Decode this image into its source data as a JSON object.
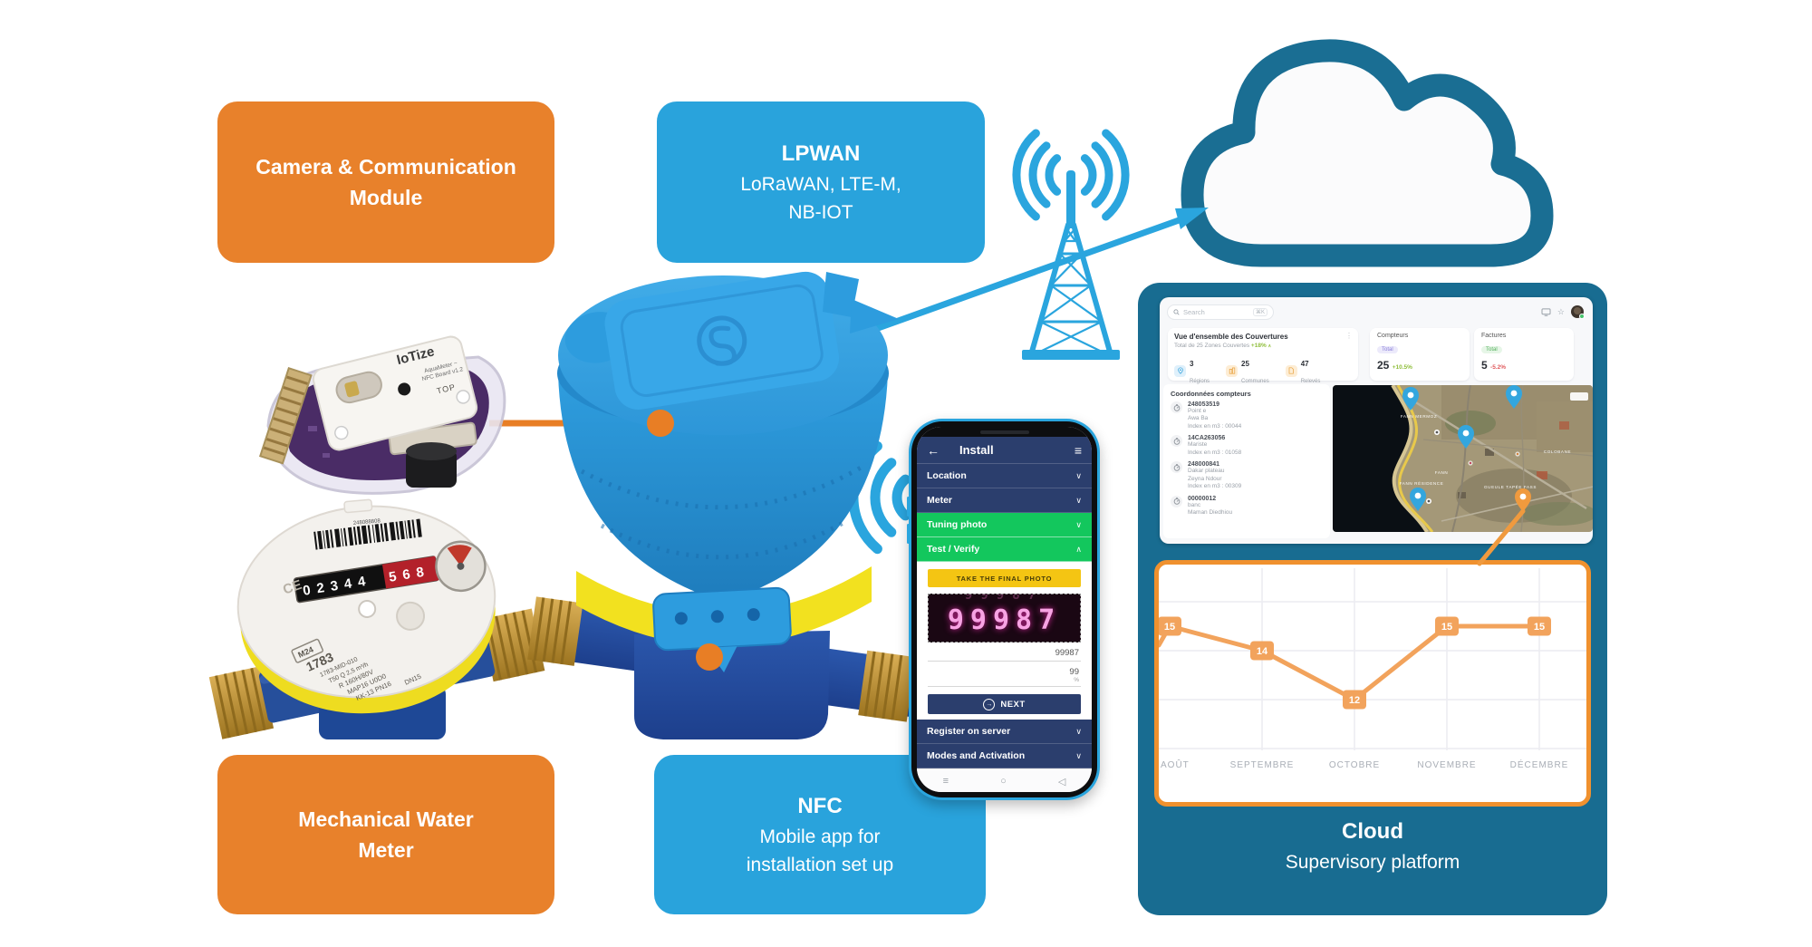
{
  "boxes": {
    "camera": {
      "line1": "Camera & Communication",
      "line2": "Module"
    },
    "lpwan": {
      "title": "LPWAN",
      "line1": "LoRaWAN, LTE-M,",
      "line2": "NB-IOT"
    },
    "mechanical": {
      "line1": "Mechanical Water",
      "line2": "Meter"
    },
    "nfc": {
      "title": "NFC",
      "line1": "Mobile app for",
      "line2": "installation set up"
    },
    "cloud": {
      "title": "Cloud",
      "subtitle": "Supervisory platform"
    }
  },
  "module_photo": {
    "brand": "IoTize",
    "line1": "AquaMeter ~",
    "line2": "NFC Board v1.2",
    "line3": "TOP"
  },
  "meter_photo": {
    "barcode_number": "248088808",
    "digits_black": "02344",
    "digits_red": "568",
    "ce": "CE",
    "m24": "M24",
    "serial": "1783",
    "mid": "1783-MID-010",
    "flow": "T50 Q 2,5 m³/h",
    "r": "R 160H/80V",
    "map": "MAP16 U0D0",
    "kk": "KK-13 PN16",
    "dn": "DN15"
  },
  "phone": {
    "header": {
      "back_icon": "←",
      "title": "Install",
      "menu_icon": "≡"
    },
    "rows": {
      "location": "Location",
      "meter": "Meter",
      "tuning": "Tuning photo",
      "test": "Test / Verify",
      "register": "Register on server",
      "modes": "Modes and Activation"
    },
    "chevron_down": "∨",
    "chevron_up": "∧",
    "take_photo_button": "TAKE THE FINAL PHOTO",
    "display_digits": "99987",
    "reading_value": "99987",
    "confidence_value": "99",
    "confidence_unit": "%",
    "next_label": "NEXT",
    "nav": {
      "menu": "≡",
      "home": "○",
      "back": "◁"
    }
  },
  "dashboard": {
    "search": {
      "placeholder": "Search",
      "shortcut": "⌘K"
    },
    "kebab": "⋮",
    "star": "☆",
    "overview_card": {
      "title": "Vue d'ensemble des Couvertures",
      "subtitle": "Total de 25 Zones Couvertes",
      "trend": "+18%",
      "trend_arrow": "∧",
      "stats": [
        {
          "value": "3",
          "label": "Régions"
        },
        {
          "value": "25",
          "label": "Communes"
        },
        {
          "value": "47",
          "label": "Relevés"
        }
      ]
    },
    "compteurs_card": {
      "title": "Compteurs",
      "badge": "Total",
      "value": "25",
      "trend": "+10.5%"
    },
    "factures_card": {
      "title": "Factures",
      "badge": "Total",
      "value": "5",
      "trend": "-5.2%"
    },
    "list": {
      "title": "Coordonnées compteurs",
      "items": [
        {
          "id": "248053519",
          "lines": [
            "Point e",
            "Awa Ba",
            "Index en m3 : 00044"
          ]
        },
        {
          "id": "14CA263056",
          "lines": [
            "Mariste",
            "Index en m3 : 01058"
          ]
        },
        {
          "id": "248000841",
          "lines": [
            "Dakar plateau",
            "Zeyna Ndour",
            "Index en m3 : 00309"
          ]
        },
        {
          "id": "00000012",
          "lines": [
            "banc",
            "Maman Diedhiou"
          ]
        }
      ]
    },
    "map_labels": [
      "FANN MERMOZ",
      "FANN",
      "FANN RÉSIDENCE",
      "GUEULE TAPÉE FASS",
      "COLOBANE"
    ]
  },
  "chart_data": {
    "type": "line",
    "categories": [
      "AOÛT",
      "SEPTEMBRE",
      "OCTOBRE",
      "NOVEMBRE",
      "DÉCEMBRE"
    ],
    "values": [
      15,
      14,
      12,
      15,
      15
    ],
    "ylim": [
      8,
      18
    ],
    "grid": true,
    "legend": "none",
    "line_color": "#F2A35C"
  },
  "colors": {
    "orange": "#E8812B",
    "blue": "#29A3DC",
    "teal": "#186C91",
    "navy": "#2B3E6D",
    "green": "#13C75D",
    "yellow": "#F4C513",
    "chart_orange": "#F2A35C",
    "chart_border": "#F0912E",
    "connector_orange": "#E87E25",
    "icon_blue": "#2AA5DE"
  }
}
